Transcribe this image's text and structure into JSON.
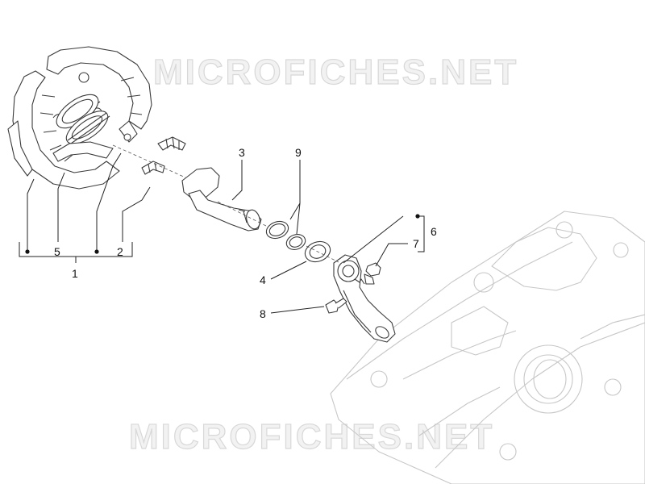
{
  "watermark": {
    "text": "MICROFICHES.NET"
  },
  "callouts": {
    "c1": "1",
    "c2": "2",
    "c3": "3",
    "c4": "4",
    "c5": "5",
    "c6": "6",
    "c7": "7",
    "c8": "8",
    "c9": "9"
  }
}
